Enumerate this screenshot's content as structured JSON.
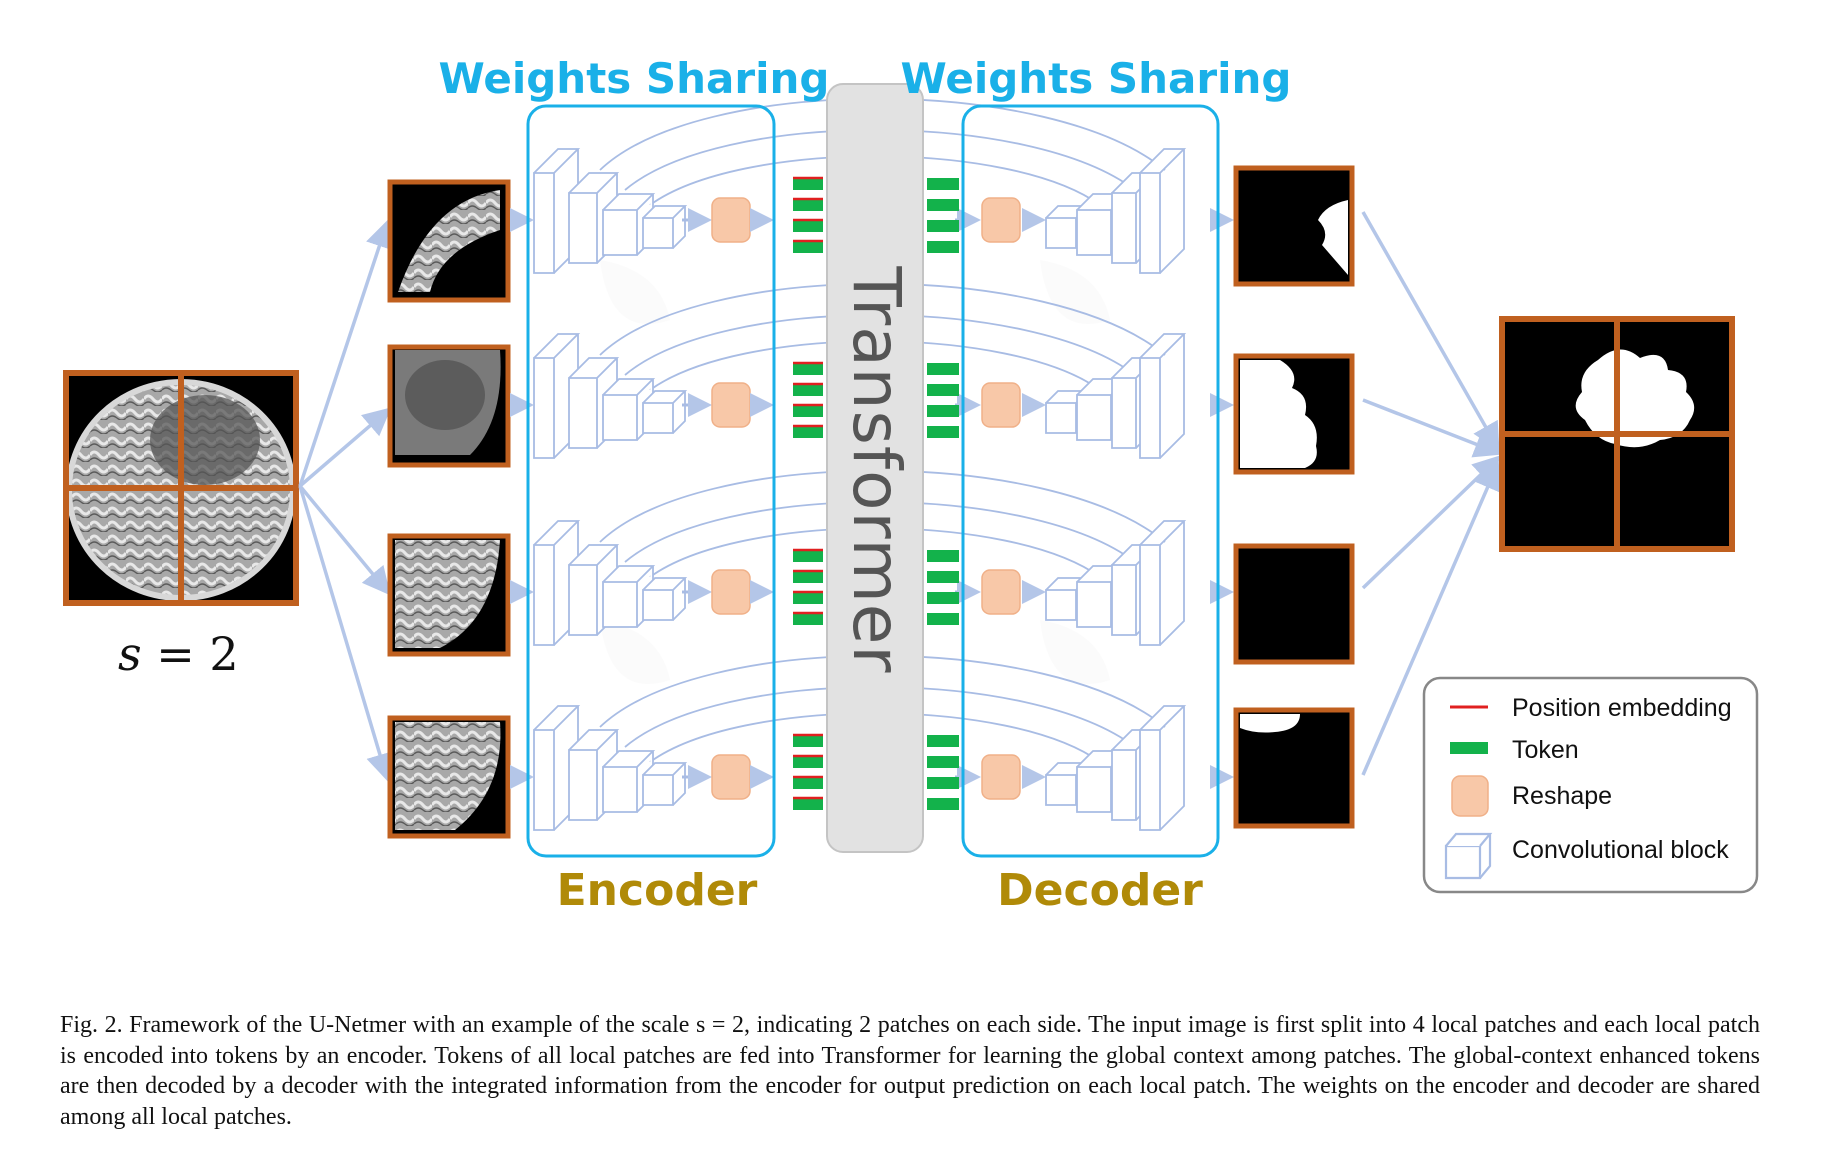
{
  "figure": {
    "weights_sharing_left": "Weights Sharing",
    "weights_sharing_right": "Weights Sharing",
    "transformer_label": "Transformer",
    "encoder_label": "Encoder",
    "decoder_label": "Decoder",
    "scale_symbol": "s",
    "scale_rest": " = 2",
    "colors": {
      "accent_blue": "#1ab0e8",
      "label_gold": "#b08a08",
      "patch_border": "#c0601f",
      "token_green": "#13b24b",
      "position_red": "#e02020",
      "reshape_fill": "#f8c8a8",
      "block_stroke": "#a8bce4",
      "transformer_fill": "#e2e2e2"
    }
  },
  "legend": {
    "items": [
      {
        "icon": "position-embedding-line",
        "label": "Position embedding"
      },
      {
        "icon": "token-bar",
        "label": "Token"
      },
      {
        "icon": "reshape-square",
        "label": "Reshape"
      },
      {
        "icon": "convolutional-cube",
        "label": "Convolutional block"
      }
    ]
  },
  "caption": {
    "text": "Fig. 2.  Framework of the U-Netmer with an example of the scale s = 2, indicating 2 patches on each side. The input image is first split into 4 local patches and each local patch is encoded into tokens by an encoder. Tokens of all local patches are fed into Transformer for learning the global context among patches. The global-context enhanced tokens are then decoded by a decoder with the integrated information from the encoder for output prediction on each local patch. The weights on the encoder and decoder are shared among all local patches."
  }
}
